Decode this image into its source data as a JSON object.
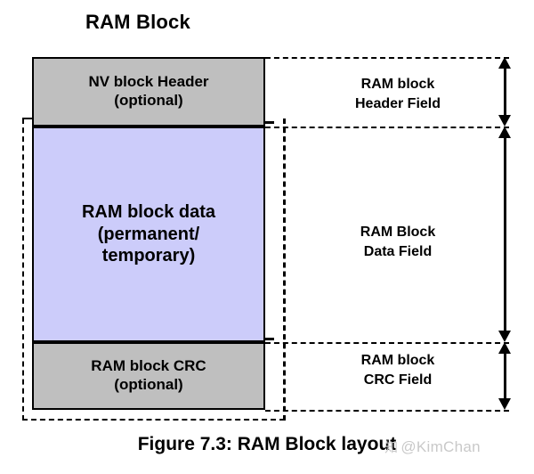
{
  "figure": {
    "title": "RAM Block",
    "caption": "Figure 7.3: RAM Block layout"
  },
  "colors": {
    "header_block_fill": "#bfbfbf",
    "data_block_fill": "#ccccfa",
    "crc_block_fill": "#bfbfbf",
    "outline": "#000000",
    "background": "#ffffff",
    "watermark": "#c9c9c9"
  },
  "blocks": [
    {
      "id": "header",
      "line1": "NV block Header",
      "line2": "(optional)"
    },
    {
      "id": "data",
      "line1": "RAM block data",
      "line2": "(permanent/",
      "line3": "temporary)"
    },
    {
      "id": "crc",
      "line1": "RAM block CRC",
      "line2": "(optional)"
    }
  ],
  "fields": [
    {
      "id": "header-field",
      "line1": "RAM block",
      "line2": "Header Field"
    },
    {
      "id": "data-field",
      "line1": "RAM Block",
      "line2": "Data Field"
    },
    {
      "id": "crc-field",
      "line1": "RAM block",
      "line2": "CRC Field"
    }
  ],
  "watermark": {
    "glyph": "知",
    "text": "@KimChan"
  }
}
